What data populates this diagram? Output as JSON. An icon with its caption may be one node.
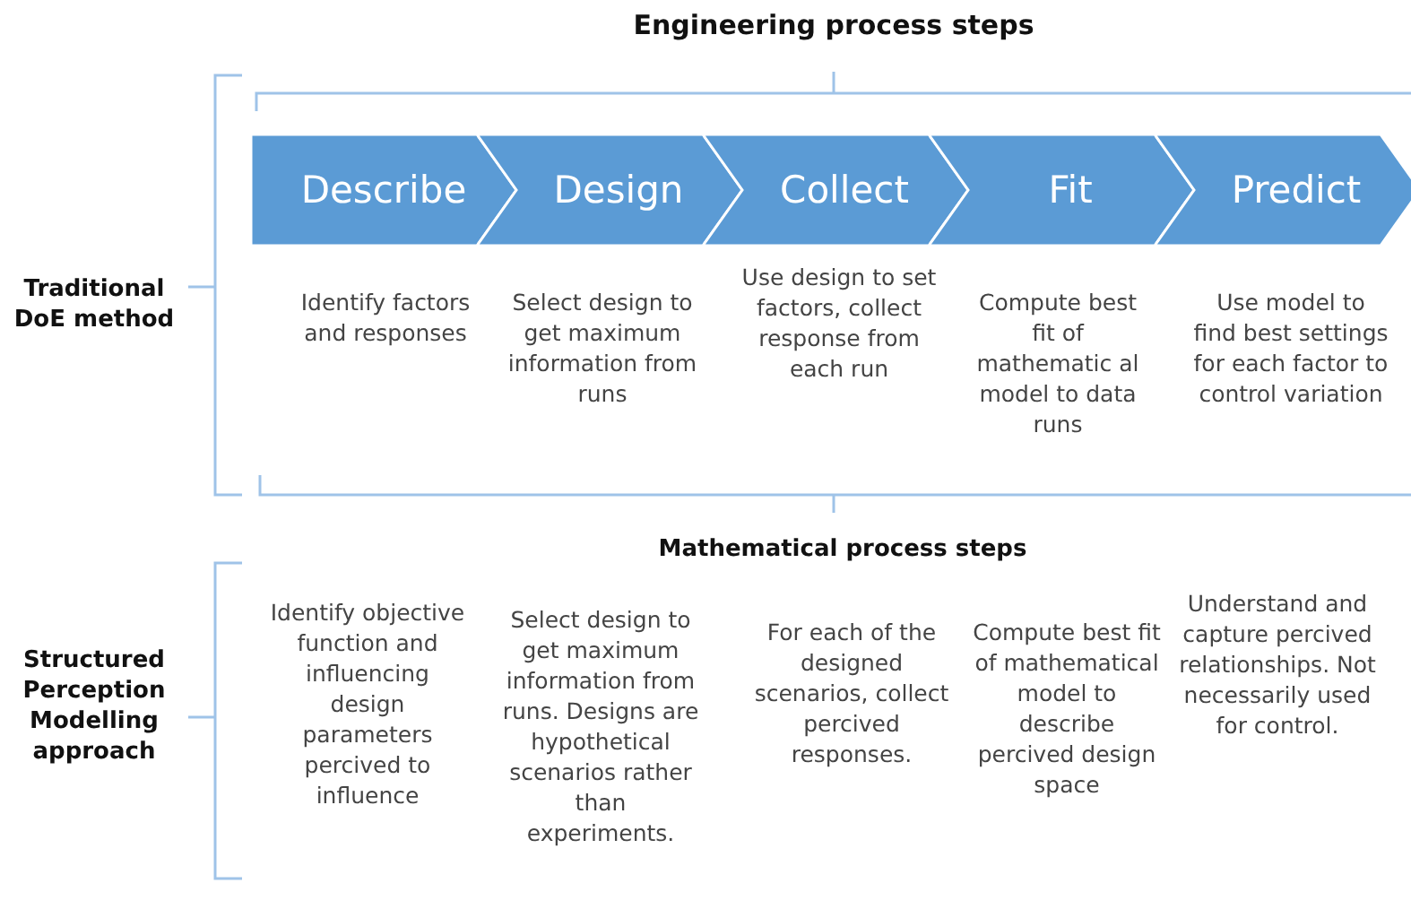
{
  "diagram": {
    "title": "Engineering process steps",
    "nodes": [
      {
        "text": [
          "Describe"
        ]
      },
      {
        "text": [
          "Design"
        ]
      },
      {
        "text": [
          "Collect"
        ]
      },
      {
        "text": [
          "Fit"
        ]
      },
      {
        "text": [
          "Predict"
        ]
      }
    ],
    "labels": [
      "Traditional DoE method",
      "Identify factors and responses",
      "Select design to get maximum information from runs",
      "Use design to set factors, collect response from each run",
      "Compute best fit of mathematic al model to data runs",
      "Use model to find best settings for each factor to control variation",
      "Mathematical process steps",
      "Structured Perception Modelling approach",
      "Identify objective function and influencing design parameters percived to influence",
      "Select design to get maximum information from runs. Designs are hypothetical scenarios rather than experiments.",
      "For each of the designed scenarios, collect percived responses.",
      "Compute best fit of mathematical model to describe percived design space",
      "Understand and capture percived relationships. Not necessarily used for control."
    ]
  }
}
